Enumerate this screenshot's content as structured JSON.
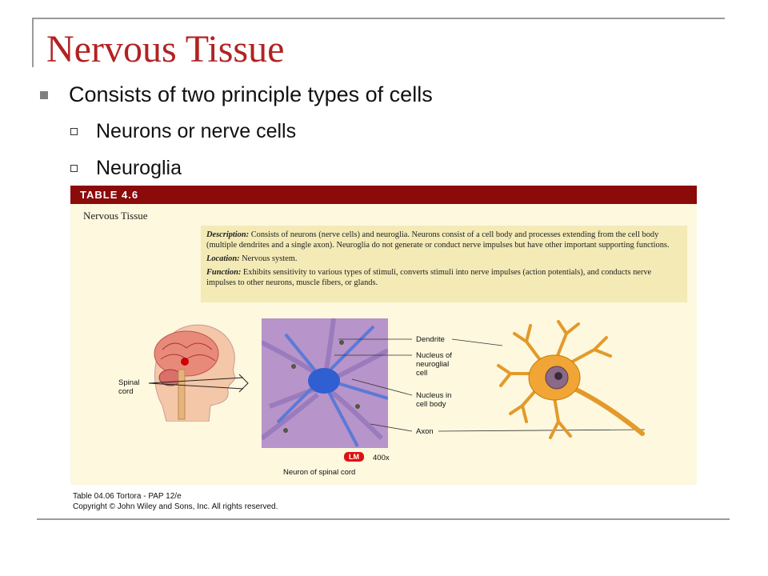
{
  "slide": {
    "title": "Nervous Tissue",
    "bullet": "Consists of two principle types of cells",
    "subbullets": [
      "Neurons or nerve cells",
      "Neuroglia"
    ]
  },
  "figure": {
    "table_label": "TABLE 4.6",
    "subtitle": "Nervous Tissue",
    "description_label": "Description:",
    "description": "Consists of neurons (nerve cells) and neuroglia. Neurons consist of a cell body and processes extending from the cell body (multiple dendrites and a single axon). Neuroglia do not generate or conduct nerve impulses but have other important supporting functions.",
    "location_label": "Location:",
    "location": "Nervous system.",
    "function_label": "Function:",
    "function": "Exhibits sensitivity to various types of stimuli, converts stimuli into nerve impulses (action potentials), and conducts nerve impulses to other neurons, muscle fibers, or glands.",
    "labels": {
      "spinal_cord_1": "Spinal",
      "spinal_cord_2": "cord",
      "dendrite": "Dendrite",
      "nucleus_neuroglial_1": "Nucleus of",
      "nucleus_neuroglial_2": "neuroglial",
      "nucleus_neuroglial_3": "cell",
      "nucleus_cell_body_1": "Nucleus in",
      "nucleus_cell_body_2": "cell body",
      "axon": "Axon",
      "lm": "LM",
      "magnification": "400x",
      "caption": "Neuron of spinal cord"
    },
    "credit_line1": "Table 04.06  Tortora - PAP 12/e",
    "credit_line2": "Copyright © John Wiley and Sons, Inc. All rights reserved."
  },
  "colors": {
    "title": "#b22222",
    "table_bar": "#8b0a0a",
    "figure_bg": "#fdf8de",
    "desc_bg": "#f3eab6"
  }
}
